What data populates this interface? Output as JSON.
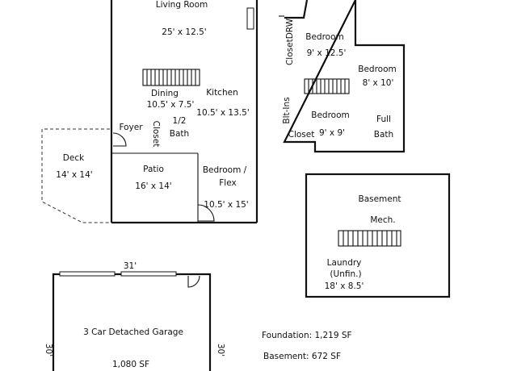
{
  "labels": {
    "living_room_name": "Living Room",
    "living_room_size": "25' x 12.5'",
    "dining_name": "Dining",
    "dining_size": "10.5' x 7.5'",
    "kitchen_name": "Kitchen",
    "kitchen_size": "10.5' x 13.5'",
    "half_bath_num": "1/2",
    "half_bath_word": "Bath",
    "closet_vertical": "Closet",
    "foyer": "Foyer",
    "deck_name": "Deck",
    "deck_size": "14' x 14'",
    "patio_name": "Patio",
    "patio_size": "16' x 14'",
    "flex_line1": "Bedroom /",
    "flex_line2": "Flex",
    "flex_size": "10.5' x 15'",
    "up_closet_drw": "ClosetDRW",
    "up_bedroom1_name": "Bedroom",
    "up_bedroom1_size": "9' x 12.5'",
    "up_bedroom2_name": "Bedroom",
    "up_bedroom2_size": "8' x 10'",
    "up_bedroom3_name": "Bedroom",
    "up_bedroom3_size": "9' x 9'",
    "up_built_ins": "Blt-Ins",
    "up_closet": "Closet",
    "up_full": "Full",
    "up_bath": "Bath",
    "basement_name": "Basement",
    "basement_mech": "Mech.",
    "laundry_line1": "Laundry",
    "laundry_line2": "(Unfin.)",
    "laundry_size": "18' x 8.5'",
    "garage_width": "31'",
    "garage_depth_left": "30'",
    "garage_depth_right": "30'",
    "garage_name": "3 Car Detached Garage",
    "garage_area": "1,080 SF",
    "foundation": "Foundation: 1,219 SF",
    "basement_area": "Basement: 672 SF"
  }
}
